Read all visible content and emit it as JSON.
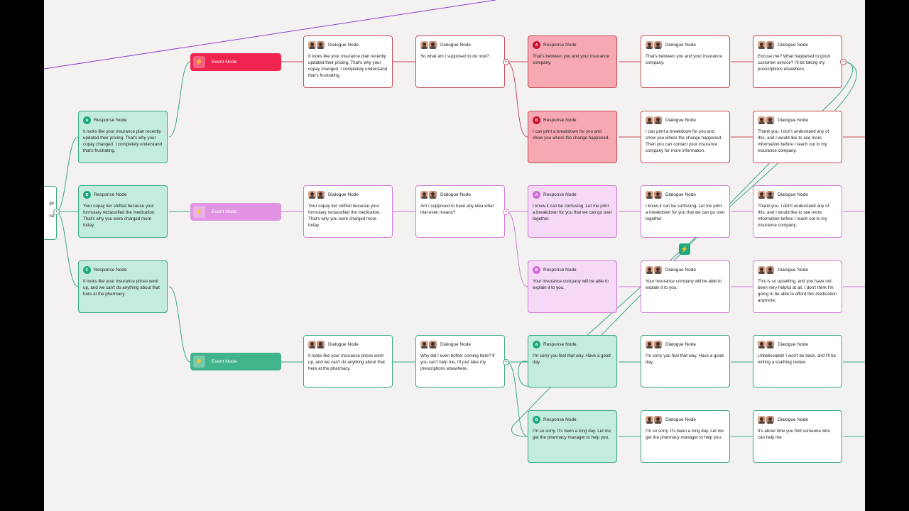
{
  "colors": {
    "red": "#f0254f",
    "pink": "#e094e3",
    "green": "#41b48a",
    "purple_line": "#8b3fd6"
  },
  "left_partial": {
    "l1": "ge",
    "l2": "nd"
  },
  "event_nodes": [
    {
      "label": "Event Node",
      "color": "red"
    },
    {
      "label": "Event Node",
      "color": "pink"
    },
    {
      "label": "Event Node",
      "color": "green"
    }
  ],
  "column_a": [
    {
      "badge": "A",
      "title": "Response Node",
      "text": "It looks like your insurance plan recently updated their pricing. That's why your copay changed. I completely understand that's frustrating."
    },
    {
      "badge": "B",
      "title": "Response Node",
      "text": "Your copay tier shifted because your formulary reclassified the medication. That's why you were charged more today."
    },
    {
      "badge": "C",
      "title": "Response Node",
      "text": "It looks like your insurance prices went up, and we can't do anything about that here at the pharmacy."
    }
  ],
  "dialogue_col1": [
    {
      "title": "Dialogue Node",
      "text": "It looks like your insurance plan recently updated their pricing. That's why your copay changed. I completely understand that's frustrating."
    },
    {
      "title": "Dialogue Node",
      "text": "Your copay tier shifted because your formulary reclassified the medication. That's why you were charged more today."
    },
    {
      "title": "Dialogue Node",
      "text": "It looks like your insurance prices went up, and we can't do anything about that here at the pharmacy."
    }
  ],
  "dialogue_col2": [
    {
      "title": "Dialogue Node",
      "text": "So what am I supposed to do now?"
    },
    {
      "title": "Dialogue Node",
      "text": "Am I supposed to have any idea what that even means?"
    },
    {
      "title": "Dialogue Node",
      "text": "Why did I even bother coming here? If you can't help me, I'll just take my prescriptions elsewhere."
    }
  ],
  "responses": [
    {
      "badge": "A",
      "title": "Response Node",
      "text": "That's between you and your insurance company."
    },
    {
      "badge": "B",
      "title": "Response Node",
      "text": "I can print a breakdown for you and show you where the change happened."
    },
    {
      "badge": "A",
      "title": "Response Node",
      "text": "I know it can be confusing. Let me print a breakdown for you that we can go over together."
    },
    {
      "badge": "B",
      "title": "Response Node",
      "text": "Your insurance company will be able to explain it to you."
    },
    {
      "badge": "A",
      "title": "Response Node",
      "text": "I'm sorry you feel that way. Have a good day."
    },
    {
      "badge": "B",
      "title": "Response Node",
      "text": "I'm so sorry. It's been a long day. Let me get the pharmacy manager to help you."
    }
  ],
  "dialogue_col4": [
    {
      "title": "Dialogue Node",
      "text": "That's between you and your insurance company."
    },
    {
      "title": "Dialogue Node",
      "text": "I can print a breakdown for you and show you where the change happened. Then you can contact your insurance company for more information."
    },
    {
      "title": "Dialogue Node",
      "text": "I know it can be confusing. Let me print a breakdown for you that we can go over together."
    },
    {
      "title": "Dialogue Node",
      "text": "Your insurance company will be able to explain it to you."
    },
    {
      "title": "Dialogue Node",
      "text": "I'm sorry you feel that way. Have a good day."
    },
    {
      "title": "Dialogue Node",
      "text": "I'm so sorry. It's been a long day. Let me get the pharmacy manager to help you."
    }
  ],
  "dialogue_col5": [
    {
      "title": "Dialogue Node",
      "text": "Excuse me? What happened to good customer service? I'll be taking my prescriptions elsewhere."
    },
    {
      "title": "Dialogue Node",
      "text": "Thank you. I don't understand any of this, and I would like to see more information before I reach out to my insurance company."
    },
    {
      "title": "Dialogue Node",
      "text": "Thank you. I don't understand any of this, and I would like to see more information before I reach out to my insurance company."
    },
    {
      "title": "Dialogue Node",
      "text": "This is so upsetting, and you have not been very helpful at all. I don't think I'm going to be able to afford this medication anymore."
    },
    {
      "title": "Dialogue Node",
      "text": "Unbelievable! I won't be back, and I'll be writing a scathing review."
    },
    {
      "title": "Dialogue Node",
      "text": "It's about time you find someone who can help me."
    }
  ]
}
